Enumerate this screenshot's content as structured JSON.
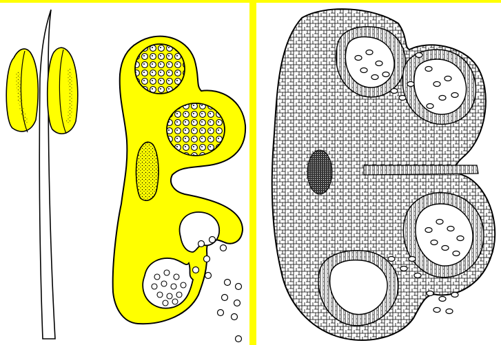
{
  "figure": {
    "panels": [
      {
        "id": "stamen",
        "depicts": "stamen-with-filament-and-anther"
      },
      {
        "id": "anther-schematic",
        "depicts": "anther-cross-section-schematic-four-locules-dehiscing"
      },
      {
        "id": "anther-histology",
        "depicts": "anther-cross-section-cellular-detail"
      }
    ],
    "colors": {
      "frame": "#ffff00",
      "tissue_fill": "#ffff00",
      "line": "#000000",
      "background": "#ffffff"
    }
  }
}
